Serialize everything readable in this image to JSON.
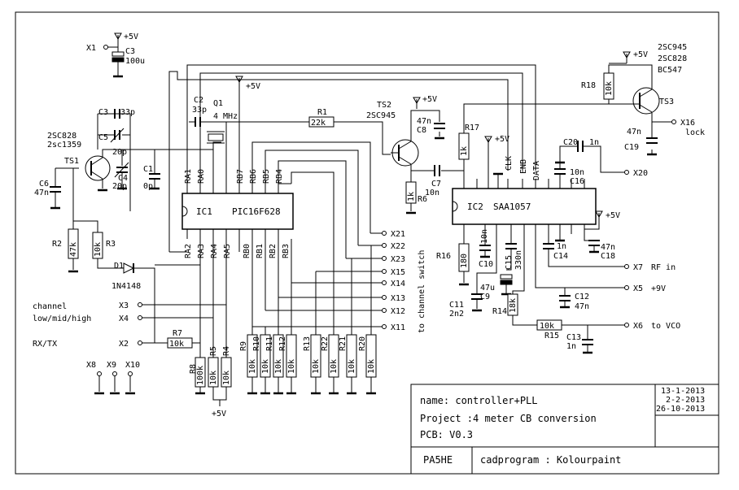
{
  "icons": {
    "ground": "ground-symbol",
    "supply": "supply-arrow",
    "terminal": "terminal-circle"
  },
  "supply": "+5V",
  "ics": {
    "ic1": {
      "ref": "IC1",
      "part": "PIC16F628",
      "top_pins": [
        "RA1",
        "RA0",
        "RB7",
        "RB6",
        "RB5",
        "RB4"
      ],
      "bottom_pins": [
        "RA2",
        "RA3",
        "RA4",
        "RA5",
        "RB0",
        "RB1",
        "RB2",
        "RB3"
      ]
    },
    "ic2": {
      "ref": "IC2",
      "part": "SAA1057",
      "pin_labels": [
        "CLK",
        "ENB",
        "DATA"
      ]
    }
  },
  "transistors": {
    "ts1": {
      "ref": "TS1",
      "types": [
        "2SC828",
        "2sc1359"
      ]
    },
    "ts2": {
      "ref": "TS2",
      "type": "2SC945"
    },
    "ts3": {
      "ref": "TS3",
      "types": [
        "2SC945",
        "2SC828",
        "BC547"
      ]
    }
  },
  "components": {
    "c3a": {
      "ref": "C3",
      "value": "100u"
    },
    "c3b": {
      "ref": "C3",
      "value": "33p"
    },
    "c5": {
      "ref": "C5",
      "value": "20p"
    },
    "c4": {
      "ref": "C4",
      "value": "20p"
    },
    "c1": {
      "ref": "C1",
      "value": "0p"
    },
    "c2": {
      "ref": "C2",
      "value": "33p"
    },
    "q1": {
      "ref": "Q1",
      "value": "4 MHz"
    },
    "r1": {
      "ref": "R1",
      "value": "22k"
    },
    "c6": {
      "ref": "C6",
      "value": "47n"
    },
    "c8": {
      "ref": "C8",
      "value": "47n"
    },
    "r6": {
      "ref": "R6",
      "value": "1k"
    },
    "c7": {
      "ref": "C7",
      "value": "10n"
    },
    "r17": {
      "ref": "R17",
      "value": "1k"
    },
    "r18": {
      "ref": "R18",
      "value": "10k"
    },
    "c19": {
      "ref": "C19",
      "value": "47n"
    },
    "c20": {
      "ref": "C20",
      "value": "1n"
    },
    "c16": {
      "ref": "C16",
      "value": "10n"
    },
    "c18": {
      "ref": "C18",
      "value": "47n"
    },
    "c14": {
      "ref": "C14",
      "value": "1n"
    },
    "r16": {
      "ref": "R16",
      "value": "180"
    },
    "c10": {
      "ref": "C10",
      "value": "10n"
    },
    "c15": {
      "ref": "C15",
      "value": "330n"
    },
    "c9": {
      "ref": "C9",
      "value": "47u"
    },
    "c11": {
      "ref": "C11",
      "value": "2n2"
    },
    "c12": {
      "ref": "C12",
      "value": "47n"
    },
    "r14": {
      "ref": "R14",
      "value": "18k"
    },
    "r15": {
      "ref": "R15",
      "value": "10k"
    },
    "c13": {
      "ref": "C13",
      "value": "1n"
    },
    "r2": {
      "ref": "R2",
      "value": "47k"
    },
    "r3": {
      "ref": "R3",
      "value": "10k"
    },
    "d1": {
      "ref": "D1",
      "value": "1N4148"
    },
    "r7": {
      "ref": "R7",
      "value": "10k"
    },
    "r8": {
      "ref": "R8",
      "value": "100k"
    },
    "r5": {
      "ref": "R5",
      "value": "10k"
    },
    "r4": {
      "ref": "R4",
      "value": "10k"
    },
    "r9": {
      "ref": "R9",
      "value": "10k"
    },
    "r10": {
      "ref": "R10",
      "value": "10k"
    },
    "r11": {
      "ref": "R11",
      "value": "10k"
    },
    "r12": {
      "ref": "R12",
      "value": "10k"
    },
    "r13": {
      "ref": "R13",
      "value": "10k"
    },
    "r22": {
      "ref": "R22",
      "value": "10k"
    },
    "r21": {
      "ref": "R21",
      "value": "10k"
    },
    "r20": {
      "ref": "R20",
      "value": "10k"
    }
  },
  "connectors": {
    "x1": "X1",
    "x2": "X2",
    "x3": "X3",
    "x4": "X4",
    "x5": "X5",
    "x6": "X6",
    "x7": "X7",
    "x8": "X8",
    "x9": "X9",
    "x10": "X10",
    "x11": "X11",
    "x12": "X12",
    "x13": "X13",
    "x14": "X14",
    "x15": "X15",
    "x16": "X16",
    "x20": "X20",
    "x21": "X21",
    "x22": "X22",
    "x23": "X23"
  },
  "net_labels": {
    "channel": "channel",
    "lmh": "low/mid/high",
    "rxtx": "RX/TX",
    "rf_in": "RF in",
    "plus9v": "+9V",
    "to_vco": "to VCO",
    "lock": "lock",
    "switch": "to channel switch"
  },
  "title_block": {
    "name": "name: controller+PLL",
    "project": "Project :4 meter CB conversion",
    "pcb": "PCB: V0.3",
    "dates": [
      "13-1-2013",
      "2-2-2013",
      "26-10-2013"
    ],
    "author": "PA5HE",
    "cadprogram": "cadprogram : Kolourpaint"
  }
}
